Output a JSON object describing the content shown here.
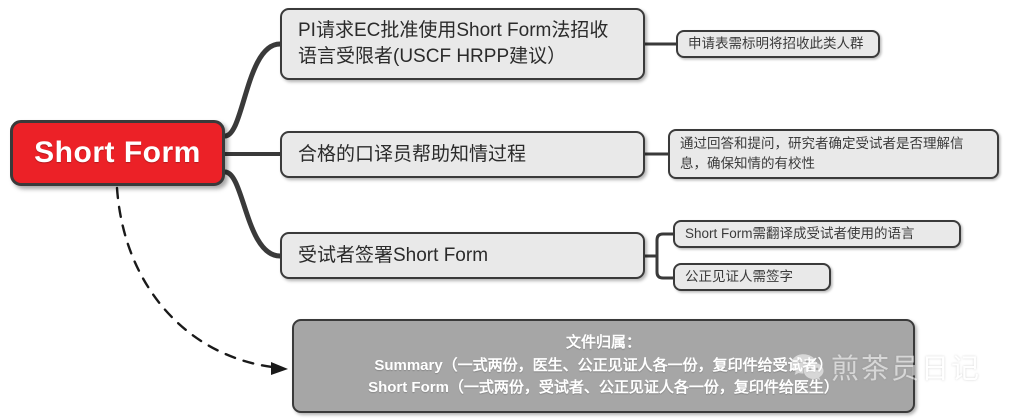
{
  "diagram": {
    "root": {
      "label": "Short Form",
      "color": "#ec2127"
    },
    "branches": [
      {
        "id": "pi",
        "label": "PI请求EC批准使用Short Form法招收语言受限者(USCF HRPP建议）",
        "leaves": [
          {
            "id": "pi-1",
            "label": "申请表需标明将招收此类人群"
          }
        ]
      },
      {
        "id": "interp",
        "label": "合格的口译员帮助知情过程",
        "leaves": [
          {
            "id": "interp-1",
            "label": "通过回答和提问，研究者确定受试者是否理解信息，确保知情的有校性"
          }
        ]
      },
      {
        "id": "sign",
        "label": "受试者签署Short Form",
        "leaves": [
          {
            "id": "sign-1",
            "label": "Short Form需翻译成受试者使用的语言"
          },
          {
            "id": "sign-2",
            "label": "公正见证人需签字"
          }
        ]
      }
    ],
    "summary": {
      "color": "#a6a6a6",
      "lines": [
        "文件归属：",
        "Summary（一式两份，医生、公正见证人各一份，复印件给受试者）",
        "Short Form（一式两份，受试者、公正见证人各一份，复印件给医生）"
      ]
    },
    "watermark": {
      "text": "煎茶员日记",
      "logo": "wechat-icon"
    }
  }
}
